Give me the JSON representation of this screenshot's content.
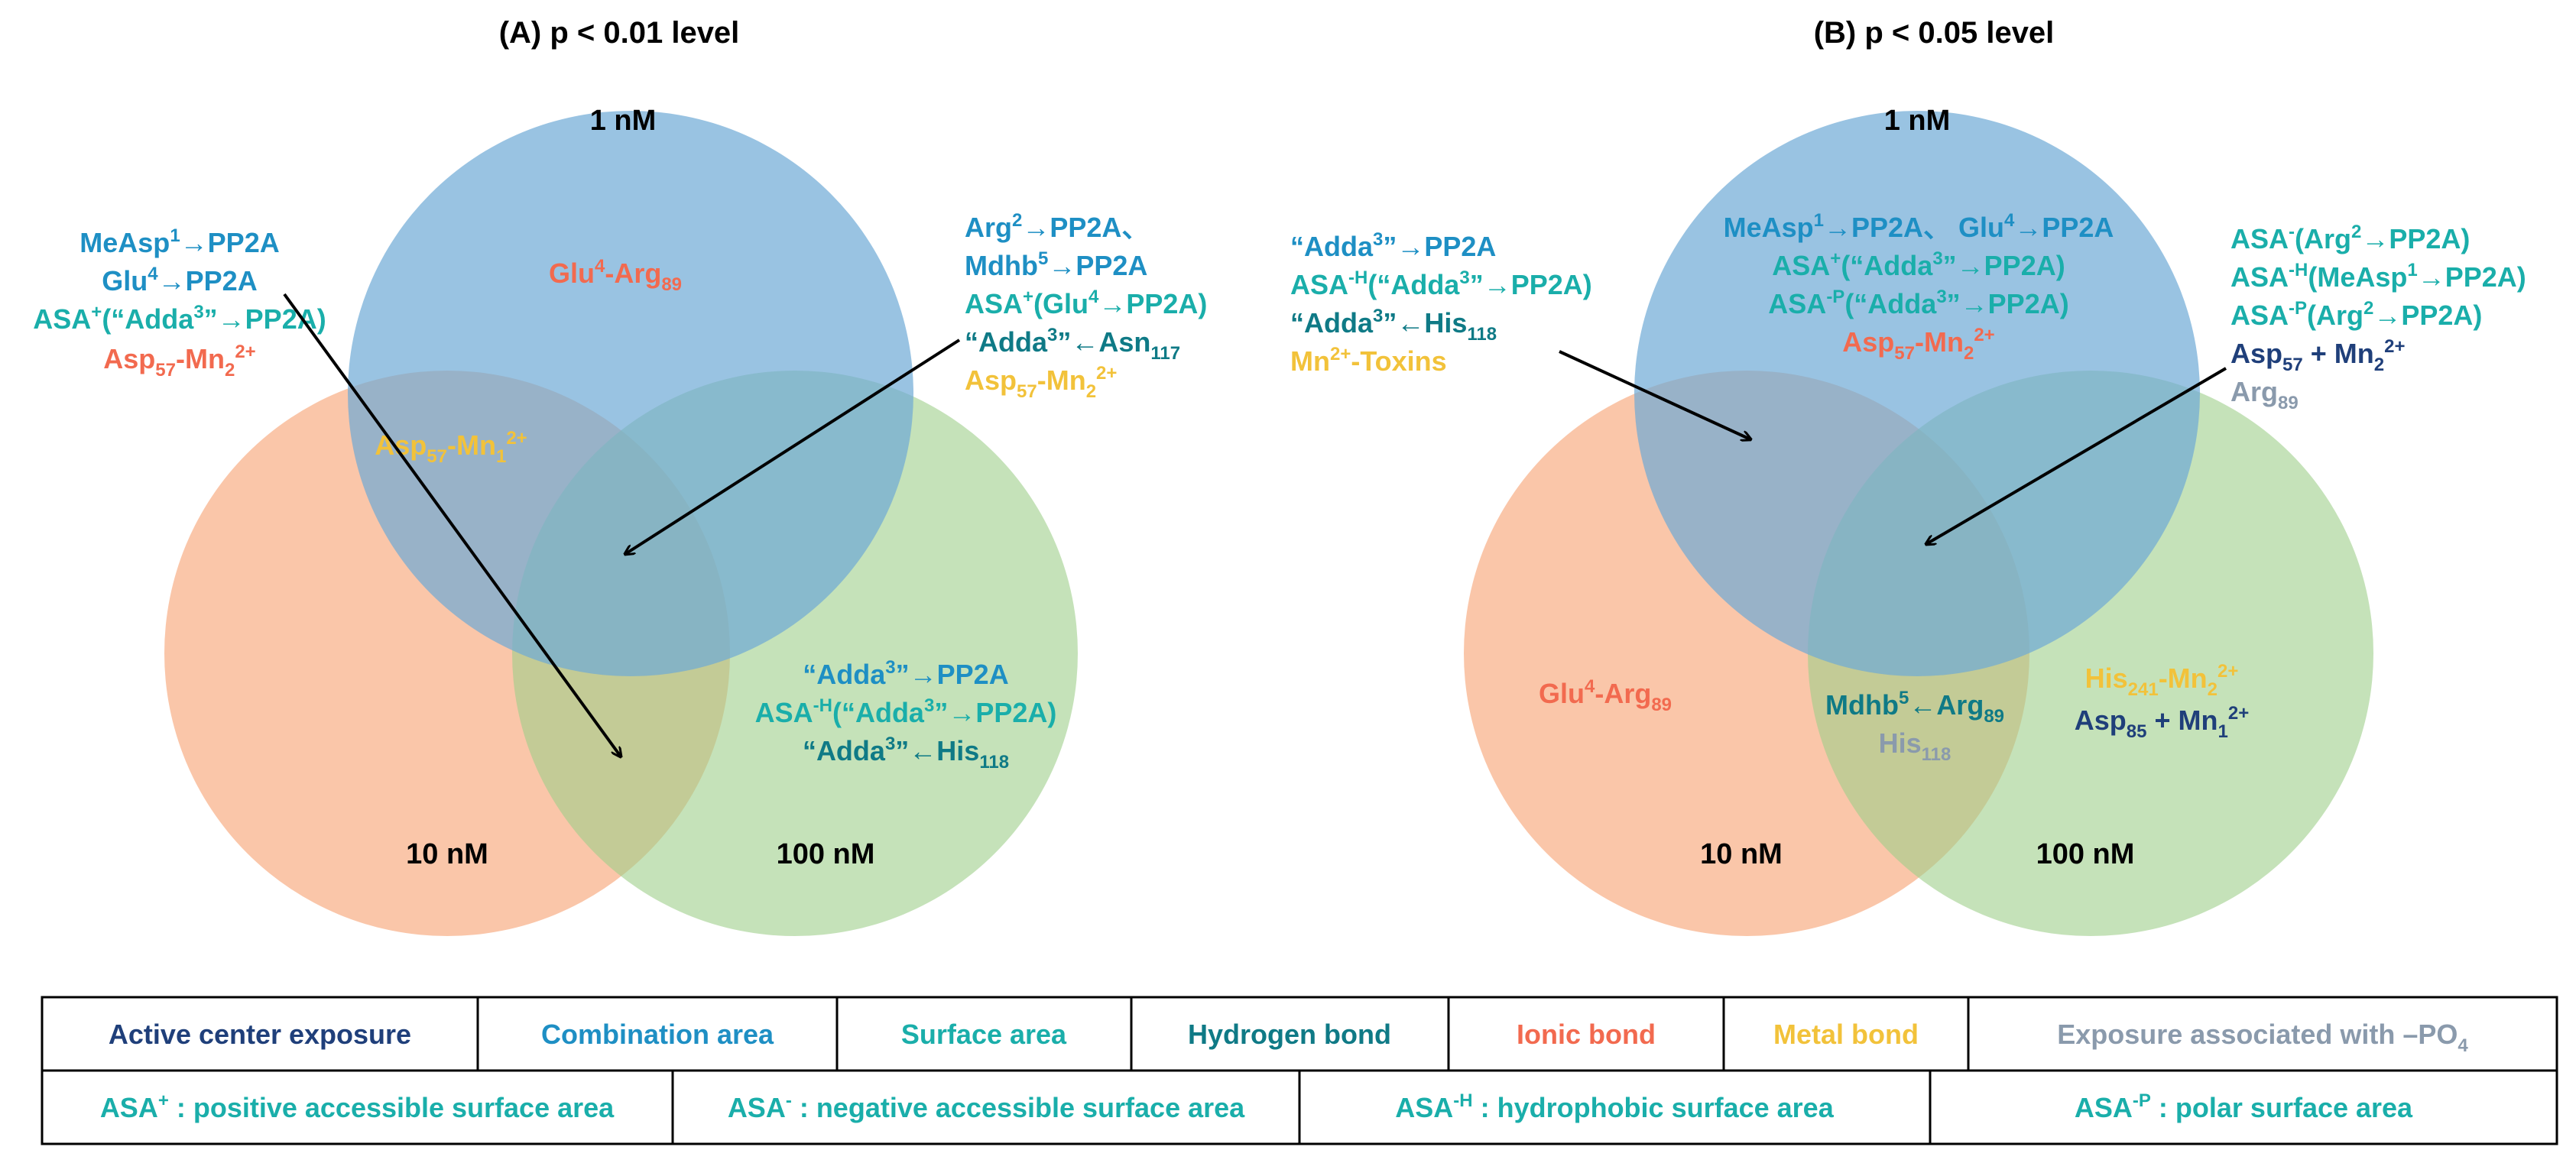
{
  "colors": {
    "active_center": "#1f3f7a",
    "combination": "#1e8fc4",
    "surface": "#1aaeaa",
    "hydrogen": "#0f7a86",
    "ionic": "#f26a4f",
    "metal": "#f2c23a",
    "phosphate": "#8a9aac",
    "circle_1nM": "#6ea9d6",
    "circle_10nM": "#f7a77b",
    "circle_100nM": "#9fce8a"
  },
  "panelA": {
    "title": "(A) p < 0.01 level",
    "c1": "1 nM",
    "c10": "10 nM",
    "c100": "100 nM",
    "only1": {
      "a": "Glu",
      "b": "4",
      "c": "-Arg",
      "d": "89"
    },
    "left": {
      "l1a": "MeAsp",
      "l1b": "1",
      "l1c": "→PP2A",
      "l2a": "Glu",
      "l2b": "4",
      "l2c": "→PP2A",
      "l3a": "ASA",
      "l3b": "+",
      "l3c": "(“Adda",
      "l3d": "3",
      "l3e": "”→PP2A)",
      "l4a": "Asp",
      "l4b": "57",
      "l4c": "-Mn",
      "l4d": "2",
      "l4e": "2+"
    },
    "right": {
      "r1a": "Arg",
      "r1b": "2",
      "r1c": "→PP2A、",
      "r2a": "Mdhb",
      "r2b": "5",
      "r2c": "→PP2A",
      "r3a": "ASA",
      "r3b": "+",
      "r3c": "(Glu",
      "r3d": "4",
      "r3e": "→PP2A)",
      "r4a": "“Adda",
      "r4b": "3",
      "r4c": "”←Asn",
      "r4d": "117",
      "r5a": "Asp",
      "r5b": "57",
      "r5c": "-Mn",
      "r5d": "2",
      "r5e": "2+"
    },
    "ov110": {
      "a": "Asp",
      "b": "57",
      "c": "-Mn",
      "d": "1",
      "e": "2+"
    },
    "ov10_100": {
      "m1a": "“Adda",
      "m1b": "3",
      "m1c": "”→PP2A",
      "m2a": "ASA",
      "m2b": "-H",
      "m2c": "(“Adda",
      "m2d": "3",
      "m2e": "”→PP2A)",
      "m3a": "“Adda",
      "m3b": "3",
      "m3c": "”←His",
      "m3d": "118"
    }
  },
  "panelB": {
    "title": "(B) p < 0.05 level",
    "c1": "1 nM",
    "c10": "10 nM",
    "c100": "100 nM",
    "left": {
      "l1a": "“Adda",
      "l1b": "3",
      "l1c": "”→PP2A",
      "l2a": "ASA",
      "l2b": "-H",
      "l2c": "(“Adda",
      "l2d": "3",
      "l2e": "”→PP2A)",
      "l3a": "“Adda",
      "l3b": "3",
      "l3c": "”←His",
      "l3d": "118",
      "l4a": "Mn",
      "l4b": "2+",
      "l4c": "-Toxins"
    },
    "only1": {
      "t1a": "MeAsp",
      "t1b": "1",
      "t1c": "→PP2A、 Glu",
      "t1d": "4",
      "t1e": "→PP2A",
      "t2a": "ASA",
      "t2b": "+",
      "t2c": "(“Adda",
      "t2d": "3",
      "t2e": "”→PP2A)",
      "t3a": "ASA",
      "t3b": "-P",
      "t3c": "(“Adda",
      "t3d": "3",
      "t3e": "”→PP2A)",
      "t4a": "Asp",
      "t4b": "57",
      "t4c": "-Mn",
      "t4d": "2",
      "t4e": "2+"
    },
    "right": {
      "r1a": "ASA",
      "r1b": "-",
      "r1c": "(Arg",
      "r1d": "2",
      "r1e": "→PP2A)",
      "r2a": "ASA",
      "r2b": "-H",
      "r2c": "(MeAsp",
      "r2d": "1",
      "r2e": "→PP2A)",
      "r3a": "ASA",
      "r3b": "-P",
      "r3c": "(Arg",
      "r3d": "2",
      "r3e": "→PP2A)",
      "r4a": "Asp",
      "r4b": "57",
      "r4c": " + Mn",
      "r4d": "2",
      "r4e": "2+",
      "r5a": "Arg",
      "r5b": "89"
    },
    "only10": {
      "a": "Glu",
      "b": "4",
      "c": "-Arg",
      "d": "89"
    },
    "ov10_100": {
      "m1a": "Mdhb",
      "m1b": "5",
      "m1c": "←Arg",
      "m1d": "89",
      "m2a": "His",
      "m2b": "118"
    },
    "only100": {
      "h1a": "His",
      "h1b": "241",
      "h1c": "-Mn",
      "h1d": "2",
      "h1e": "2+",
      "h2a": "Asp",
      "h2b": "85",
      "h2c": " + Mn",
      "h2d": "1",
      "h2e": "2+"
    }
  },
  "legend": {
    "row1": [
      "Active center exposure",
      "Combination area",
      "Surface area",
      "Hydrogen bond",
      "Ionic bond",
      "Metal bond",
      "Exposure associated with –PO"
    ],
    "po4_sub": "4",
    "row2": {
      "asa_plus_a": "ASA",
      "asa_plus_b": "+",
      "asa_plus_c": " : positive accessible surface area",
      "asa_minus_a": "ASA",
      "asa_minus_b": "-",
      "asa_minus_c": " : negative accessible surface area",
      "asa_h_a": "ASA",
      "asa_h_b": "-H",
      "asa_h_c": " : hydrophobic surface area",
      "asa_p_a": "ASA",
      "asa_p_b": "-P",
      "asa_p_c": " : polar surface area"
    }
  }
}
